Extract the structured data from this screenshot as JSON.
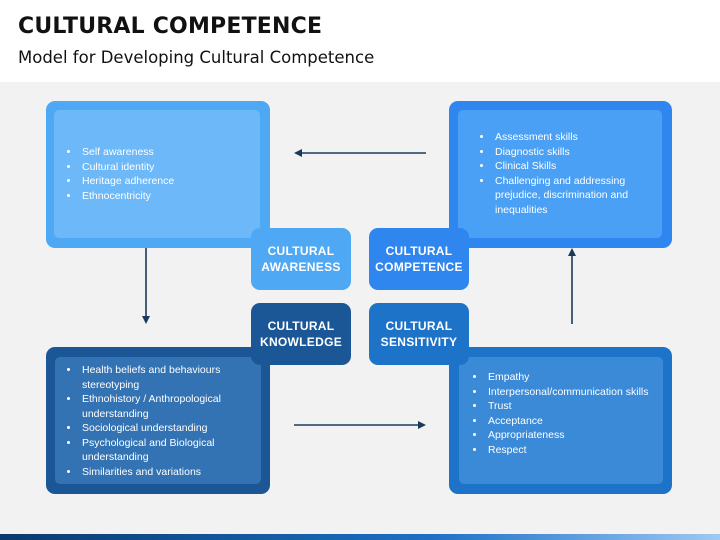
{
  "header": {
    "title": "CULTURAL COMPETENCE",
    "subtitle": "Model for Developing Cultural Competence"
  },
  "colors": {
    "awareness": "#4fa8f4",
    "awareness_inner": "#6cb8f8",
    "competence": "#2f86ef",
    "competence_inner": "#4aa0f5",
    "knowledge": "#1b5797",
    "knowledge_inner": "#3372b3",
    "sensitivity": "#1d73c8",
    "sensitivity_inner": "#3a8ad8",
    "arrow": "#1a3a5c"
  },
  "quadrants": {
    "awareness": {
      "label_line1": "CULTURAL",
      "label_line2": "AWARENESS",
      "items": [
        "Self awareness",
        "Cultural identity",
        "Heritage adherence",
        "Ethnocentricity"
      ]
    },
    "competence": {
      "label_line1": "CULTURAL",
      "label_line2": "COMPETENCE",
      "items": [
        "Assessment skills",
        "Diagnostic skills",
        "Clinical Skills",
        "Challenging and addressing prejudice, discrimination and inequalities"
      ]
    },
    "knowledge": {
      "label_line1": "CULTURAL",
      "label_line2": "KNOWLEDGE",
      "items": [
        "Health beliefs and behaviours stereotyping",
        "Ethnohistory / Anthropological understanding",
        "Sociological understanding",
        "Psychological and Biological understanding",
        "Similarities and variations"
      ]
    },
    "sensitivity": {
      "label_line1": "CULTURAL",
      "label_line2": "SENSITIVITY",
      "items": [
        "Empathy",
        "Interpersonal/communication skills",
        "Trust",
        "Acceptance",
        "Appropriateness",
        "Respect"
      ]
    }
  }
}
